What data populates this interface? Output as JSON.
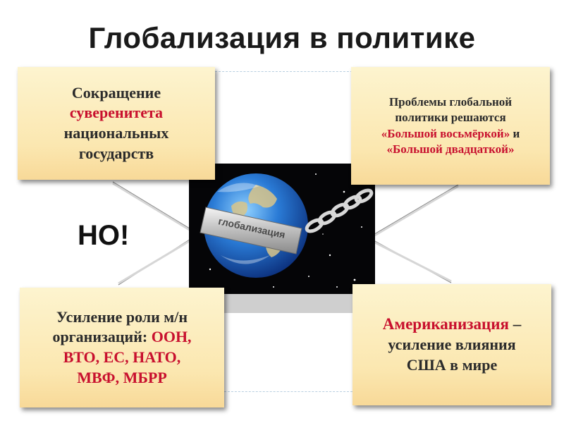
{
  "title": "Глобализация в политике",
  "no_label": "НО!",
  "card_top_left": {
    "line1": "Сокращение",
    "line2_accent": "суверенитета",
    "line3": "национальных",
    "line4": "государств"
  },
  "card_top_right": {
    "line1": "Проблемы глобальной",
    "line2": "политики решаются",
    "line3_accent": "«Большой восьмёркой»",
    "line3_rest": " и",
    "line4_accent": "«Большой двадцаткой»"
  },
  "card_bottom_left": {
    "line1": "Усиление роли м/н",
    "line2": "организаций: ",
    "line2_accent": "ООН,",
    "line3_accent": "ВТО, ЕС, НАТО,",
    "line4_accent": "МВФ, МБРР"
  },
  "card_bottom_right": {
    "line1_accent": "Американизация",
    "line1_rest": " –",
    "line2": "усиление влияния",
    "line3": "США в мире"
  },
  "image": {
    "band_text": "глобализация"
  },
  "colors": {
    "accent": "#c8102e",
    "card_top": "#fdf4cf",
    "card_bottom": "#f8d998",
    "background": "#ffffff"
  }
}
